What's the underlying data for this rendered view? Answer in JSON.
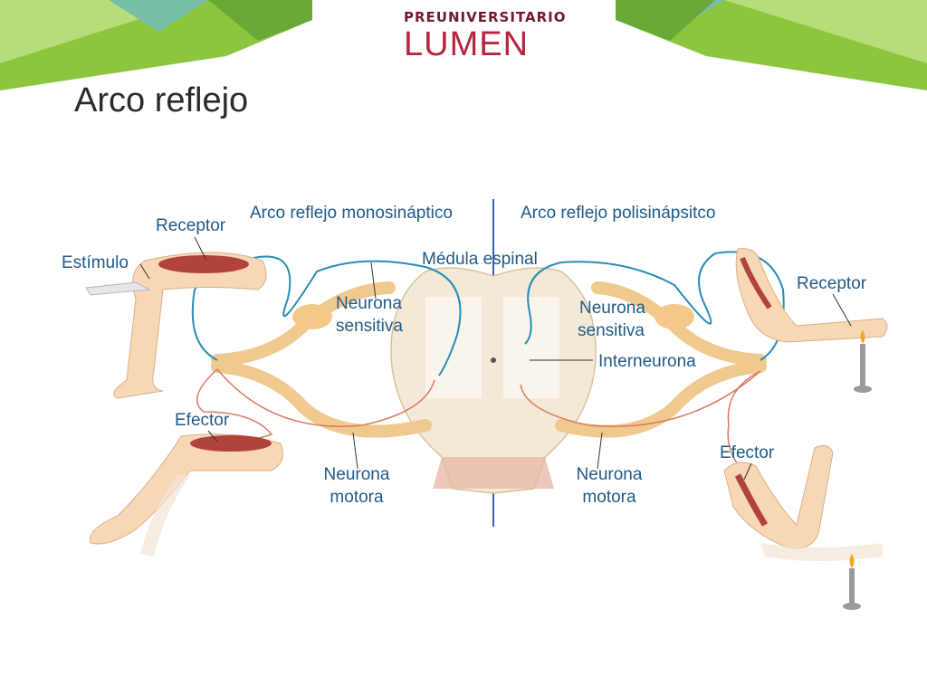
{
  "logo": {
    "top": "PREUNIVERSITARIO",
    "main": "LUMEN"
  },
  "slide": {
    "title": "Arco reflejo"
  },
  "diagram": {
    "mono_title": "Arco reflejo monosináptico",
    "poly_title": "Arco reflejo polisinápsitco",
    "spinal_cord": "Médula espinal",
    "left": {
      "receptor": "Receptor",
      "stimulus": "Estímulo",
      "sensory_1": "Neurona",
      "sensory_2": "sensitiva",
      "effector": "Efector",
      "motor_1": "Neurona",
      "motor_2": "motora"
    },
    "right": {
      "receptor": "Receptor",
      "sensory_1": "Neurona",
      "sensory_2": "sensitiva",
      "interneuron": "Interneurona",
      "effector": "Efector",
      "motor_1": "Neurona",
      "motor_2": "motora"
    }
  },
  "colors": {
    "banner_green": "#8cc63f",
    "banner_light": "#b6dd7a",
    "banner_teal": "#77bfa8",
    "label_blue": "#1f5a86",
    "nerve_tan": "#f0c98e",
    "sensory_line": "#2a8bb7",
    "motor_line": "#d97b63",
    "divider": "#3a5fb5"
  }
}
